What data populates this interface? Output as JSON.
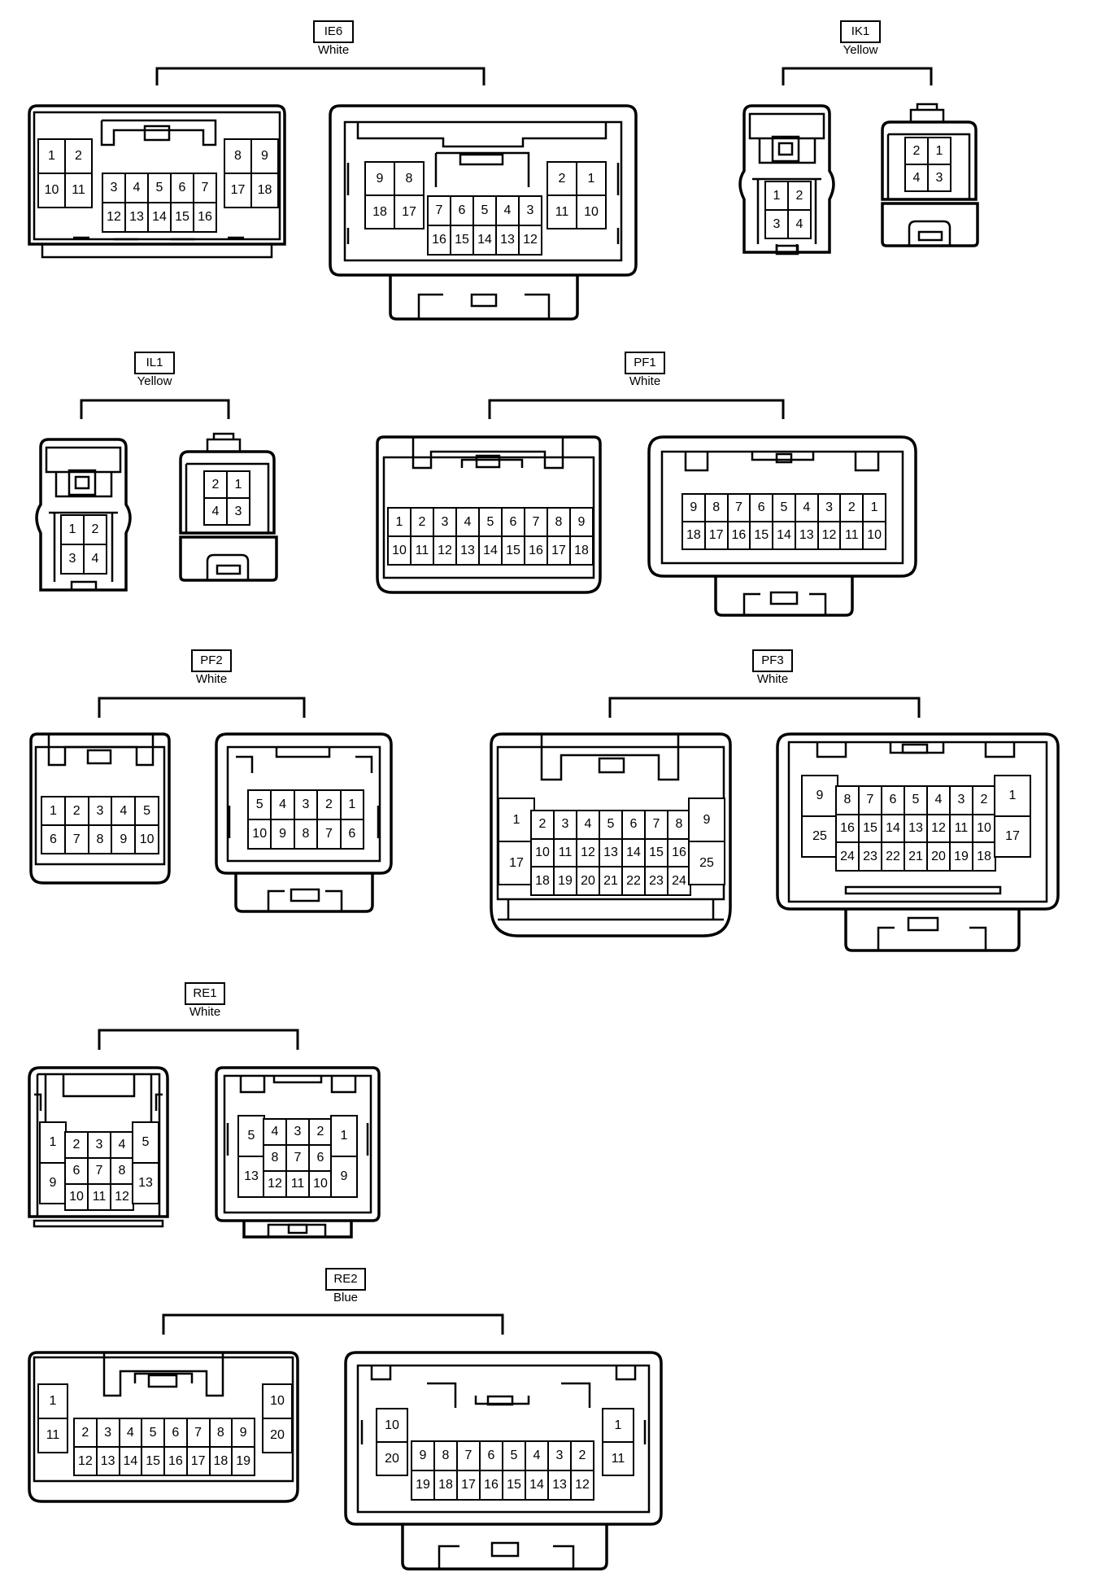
{
  "groups": [
    {
      "id": "IE6",
      "color": "White"
    },
    {
      "id": "IK1",
      "color": "Yellow"
    },
    {
      "id": "IL1",
      "color": "Yellow"
    },
    {
      "id": "PF1",
      "color": "White"
    },
    {
      "id": "PF2",
      "color": "White"
    },
    {
      "id": "PF3",
      "color": "White"
    },
    {
      "id": "RE1",
      "color": "White"
    },
    {
      "id": "RE2",
      "color": "Blue"
    }
  ],
  "pins": {
    "ie6_left_l": [
      [
        "1",
        "2"
      ],
      [
        "10",
        "11"
      ]
    ],
    "ie6_left_c": [
      [
        "3",
        "4",
        "5",
        "6",
        "7"
      ],
      [
        "12",
        "13",
        "14",
        "15",
        "16"
      ]
    ],
    "ie6_left_r": [
      [
        "8",
        "9"
      ],
      [
        "17",
        "18"
      ]
    ],
    "ie6_right_l": [
      [
        "9",
        "8"
      ],
      [
        "18",
        "17"
      ]
    ],
    "ie6_right_c": [
      [
        "7",
        "6",
        "5",
        "4",
        "3"
      ],
      [
        "16",
        "15",
        "14",
        "13",
        "12"
      ]
    ],
    "ie6_right_r": [
      [
        "2",
        "1"
      ],
      [
        "11",
        "10"
      ]
    ],
    "ik1_left": [
      [
        "1",
        "2"
      ],
      [
        "3",
        "4"
      ]
    ],
    "ik1_right": [
      [
        "2",
        "1"
      ],
      [
        "4",
        "3"
      ]
    ],
    "il1_left": [
      [
        "1",
        "2"
      ],
      [
        "3",
        "4"
      ]
    ],
    "il1_right": [
      [
        "2",
        "1"
      ],
      [
        "4",
        "3"
      ]
    ],
    "pf1_left": [
      [
        "1",
        "2",
        "3",
        "4",
        "5",
        "6",
        "7",
        "8",
        "9"
      ],
      [
        "10",
        "11",
        "12",
        "13",
        "14",
        "15",
        "16",
        "17",
        "18"
      ]
    ],
    "pf1_right": [
      [
        "9",
        "8",
        "7",
        "6",
        "5",
        "4",
        "3",
        "2",
        "1"
      ],
      [
        "18",
        "17",
        "16",
        "15",
        "14",
        "13",
        "12",
        "11",
        "10"
      ]
    ],
    "pf2_left": [
      [
        "1",
        "2",
        "3",
        "4",
        "5"
      ],
      [
        "6",
        "7",
        "8",
        "9",
        "10"
      ]
    ],
    "pf2_right": [
      [
        "5",
        "4",
        "3",
        "2",
        "1"
      ],
      [
        "10",
        "9",
        "8",
        "7",
        "6"
      ]
    ],
    "pf3_left_l": [
      [
        "1"
      ],
      [
        "17"
      ]
    ],
    "pf3_left_c": [
      [
        "2",
        "3",
        "4",
        "5",
        "6",
        "7",
        "8"
      ],
      [
        "10",
        "11",
        "12",
        "13",
        "14",
        "15",
        "16"
      ],
      [
        "18",
        "19",
        "20",
        "21",
        "22",
        "23",
        "24"
      ]
    ],
    "pf3_left_r": [
      [
        "9"
      ],
      [
        "25"
      ]
    ],
    "pf3_right_l": [
      [
        "9"
      ],
      [
        "25"
      ]
    ],
    "pf3_right_c": [
      [
        "8",
        "7",
        "6",
        "5",
        "4",
        "3",
        "2"
      ],
      [
        "16",
        "15",
        "14",
        "13",
        "12",
        "11",
        "10"
      ],
      [
        "24",
        "23",
        "22",
        "21",
        "20",
        "19",
        "18"
      ]
    ],
    "pf3_right_r": [
      [
        "1"
      ],
      [
        "17"
      ]
    ],
    "re1_left_l": [
      [
        "1"
      ],
      [
        "9"
      ]
    ],
    "re1_left_c": [
      [
        "2",
        "3",
        "4"
      ],
      [
        "6",
        "7",
        "8"
      ],
      [
        "10",
        "11",
        "12"
      ]
    ],
    "re1_left_r": [
      [
        "5"
      ],
      [
        "13"
      ]
    ],
    "re1_right_l": [
      [
        "5"
      ],
      [
        "13"
      ]
    ],
    "re1_right_c": [
      [
        "4",
        "3",
        "2"
      ],
      [
        "8",
        "7",
        "6"
      ],
      [
        "12",
        "11",
        "10"
      ]
    ],
    "re1_right_r": [
      [
        "1"
      ],
      [
        "9"
      ]
    ],
    "re2_left_l": [
      [
        "1"
      ],
      [
        "11"
      ]
    ],
    "re2_left_c": [
      [
        "2",
        "3",
        "4",
        "5",
        "6",
        "7",
        "8",
        "9"
      ],
      [
        "12",
        "13",
        "14",
        "15",
        "16",
        "17",
        "18",
        "19"
      ]
    ],
    "re2_left_r": [
      [
        "10"
      ],
      [
        "20"
      ]
    ],
    "re2_right_l": [
      [
        "10"
      ],
      [
        "20"
      ]
    ],
    "re2_right_c": [
      [
        "9",
        "8",
        "7",
        "6",
        "5",
        "4",
        "3",
        "2"
      ],
      [
        "19",
        "18",
        "17",
        "16",
        "15",
        "14",
        "13",
        "12"
      ]
    ],
    "re2_right_r": [
      [
        "1"
      ],
      [
        "11"
      ]
    ]
  }
}
